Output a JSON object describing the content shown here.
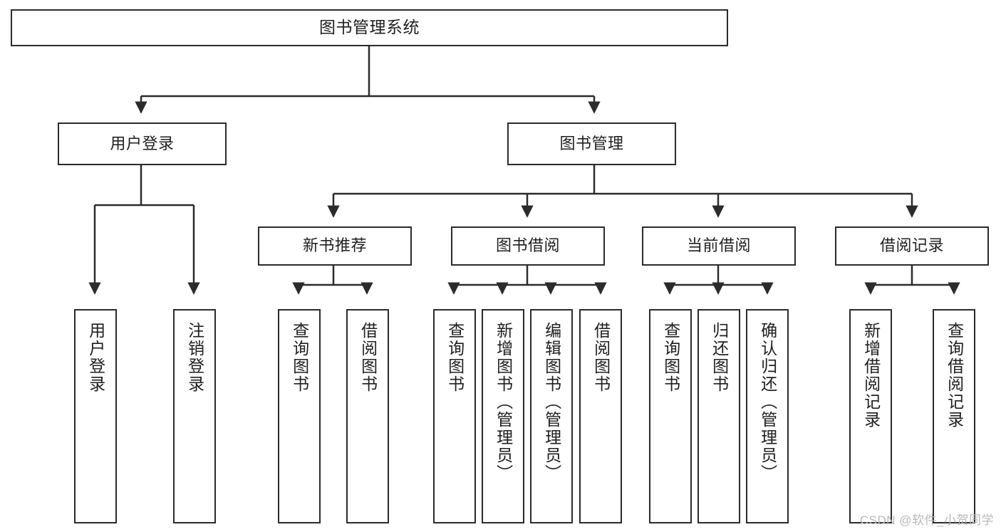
{
  "diagram": {
    "title": "图书管理系统",
    "type": "tree-hierarchy-diagram",
    "colors": {
      "box_border": "#2b2b2b",
      "box_fill": "#ffffff",
      "edge": "#2b2b2b",
      "text": "#1f1f1f",
      "watermark": "#b9b9b9",
      "background": "#ffffff"
    },
    "root": {
      "label": "图书管理系统"
    },
    "level2": [
      {
        "label": "用户登录"
      },
      {
        "label": "图书管理"
      }
    ],
    "level3": [
      {
        "label": "新书推荐"
      },
      {
        "label": "图书借阅"
      },
      {
        "label": "当前借阅"
      },
      {
        "label": "借阅记录"
      }
    ],
    "leaves": {
      "user_login": [
        {
          "label": "用户登录"
        },
        {
          "label": "注销登录"
        }
      ],
      "new_book_recommend": [
        {
          "label": "查询图书"
        },
        {
          "label": "借阅图书"
        }
      ],
      "book_borrow": [
        {
          "label": "查询图书"
        },
        {
          "label": "新增图书（管理员）"
        },
        {
          "label": "编辑图书（管理员）"
        },
        {
          "label": "借阅图书"
        }
      ],
      "current_borrow": [
        {
          "label": "查询图书"
        },
        {
          "label": "归还图书"
        },
        {
          "label": "确认归还（管理员）"
        }
      ],
      "borrow_records": [
        {
          "label": "新增借阅记录"
        },
        {
          "label": "查询借阅记录"
        }
      ]
    },
    "watermark": "CSDN @软件_小贺同学"
  }
}
